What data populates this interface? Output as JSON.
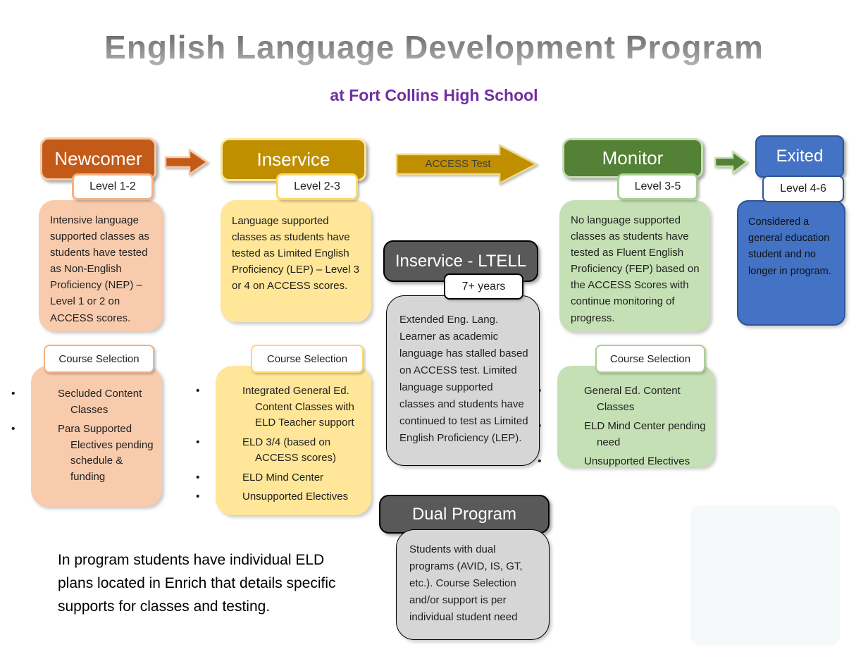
{
  "title": "English Language Development Program",
  "subtitle": "at Fort Collins High School",
  "stages": {
    "newcomer": {
      "label": "Newcomer",
      "level": "Level 1-2",
      "description": "Intensive language supported classes as students have tested as Non-English Proficiency (NEP) – Level 1 or 2 on ACCESS scores.",
      "course_selection_label": "Course Selection",
      "courses": [
        "Secluded Content Classes",
        "Para Supported Electives pending schedule & funding"
      ]
    },
    "inservice": {
      "label": "Inservice",
      "level": "Level 2-3",
      "description": "Language supported classes as students have tested as Limited English Proficiency (LEP) – Level 3 or 4 on ACCESS scores.",
      "course_selection_label": "Course Selection",
      "courses": [
        "Integrated General Ed. Content Classes with ELD Teacher support",
        "ELD 3/4 (based on ACCESS scores)",
        "ELD Mind Center",
        "Unsupported Electives"
      ]
    },
    "ltell": {
      "label": "Inservice - LTELL",
      "years": "7+ years",
      "description": "Extended Eng. Lang. Learner as academic language has stalled based on ACCESS test. Limited language supported classes and students have continued to test as Limited English Proficiency (LEP)."
    },
    "monitor": {
      "label": "Monitor",
      "level": "Level 3-5",
      "description": "No language supported classes as students have tested as Fluent English Proficiency (FEP) based on the ACCESS Scores with continue monitoring of progress.",
      "course_selection_label": "Course Selection",
      "courses": [
        "General Ed. Content Classes",
        "ELD Mind Center pending need",
        "Unsupported Electives"
      ]
    },
    "exited": {
      "label": "Exited",
      "level": "Level 4-6",
      "description": "Considered a general education student and no longer in program."
    },
    "dual": {
      "label": "Dual Program",
      "description": "Students with dual programs (AVID, IS, GT, etc.). Course Selection and/or support is per individual student need"
    }
  },
  "access_arrow": {
    "label": "ACCESS Test"
  },
  "footnote": "In program students have individual ELD plans located in Enrich that details specific supports for classes and testing.",
  "colors": {
    "newcomer_header": "#C45A18",
    "newcomer_body": "#F8CBAD",
    "inservice_header": "#BF8F00",
    "inservice_body": "#FFE699",
    "monitor_header": "#538135",
    "monitor_body": "#C5E0B4",
    "exited_header": "#4472C4",
    "exited_border": "#2F5597",
    "gray_header": "#595959",
    "gray_body": "#D6D6D6",
    "subtitle_purple": "#7030A0",
    "access_arrow_gold": "#BF8F00"
  }
}
